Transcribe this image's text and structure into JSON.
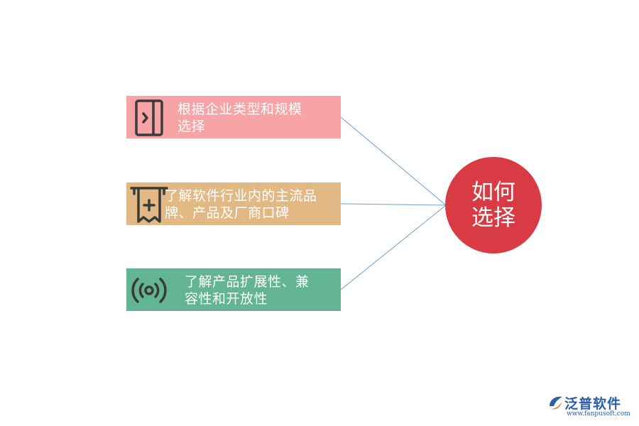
{
  "center": {
    "label": "如何\n选择"
  },
  "items": [
    {
      "text": "根据企业类型和规模\n选择",
      "icon": "door-exit-icon",
      "color": "#f8a4a6"
    },
    {
      "text": "了解软件行业内的主流品\n牌、产品及厂商口碑",
      "icon": "receipt-plus-icon",
      "color": "#e2b985"
    },
    {
      "text": "了解产品扩展性、兼\n容性和开放性",
      "icon": "broadcast-icon",
      "color": "#63b493"
    }
  ],
  "center_color": "#d93b45",
  "connector_color": "#6a9fd8",
  "watermark": {
    "brand": "泛普软件",
    "url": "www.fanpusoft.com"
  }
}
